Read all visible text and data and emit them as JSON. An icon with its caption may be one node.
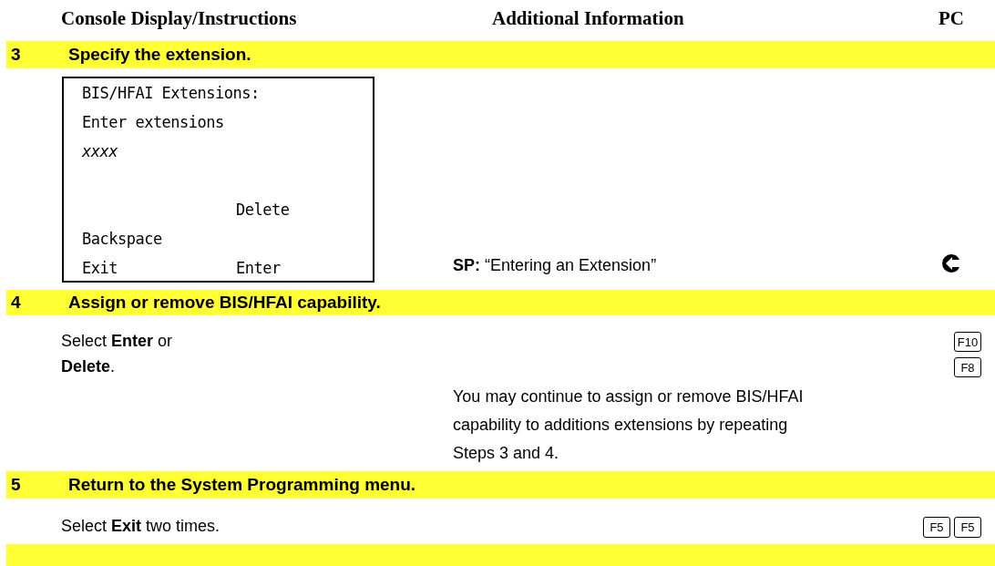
{
  "diagram": {
    "nodes": [
      {
        "text": [
          "3",
          "Specify the extension."
        ]
      },
      {
        "text": [
          "BIS/HFAI Extensions:",
          "Enter extensions",
          "xxxx",
          "Delete",
          "Backspace",
          "Exit",
          "Enter"
        ]
      },
      {
        "text": [
          "4",
          "Assign or remove BIS/HFAI capability."
        ]
      },
      {
        "text": [
          "F10"
        ]
      },
      {
        "text": [
          "F8"
        ]
      },
      {
        "text": [
          "5",
          "Return to the System Programming menu."
        ]
      },
      {
        "text": [
          "F5"
        ]
      },
      {
        "text": [
          "F5"
        ]
      },
      {
        "text": [],
        "shape": "bar"
      }
    ],
    "edges": [],
    "labels": [
      "Console Display/Instructions",
      "Additional Information",
      "PC",
      "**SP:** “Entering an Extension”",
      "Select **Enter** or",
      "**Delete**.",
      "You may continue to assign or remove BIS/HFAI capability to additions extensions by repeating Steps 3 and 4.",
      "Select **Exit** two times."
    ]
  }
}
